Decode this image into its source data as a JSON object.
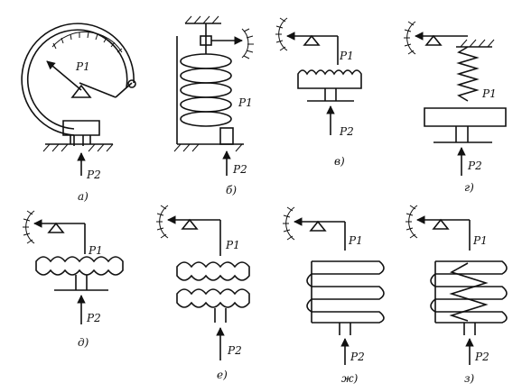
{
  "panels": [
    {
      "id": "a",
      "caption": "a)",
      "labels": [
        "P1",
        "P2"
      ]
    },
    {
      "id": "b",
      "caption": "б)",
      "labels": [
        "P1",
        "P2"
      ]
    },
    {
      "id": "v",
      "caption": "в)",
      "labels": [
        "P1",
        "P2"
      ]
    },
    {
      "id": "g",
      "caption": "г)",
      "labels": [
        "P1",
        "P2"
      ]
    },
    {
      "id": "d",
      "caption": "д)",
      "labels": [
        "P1",
        "P2"
      ]
    },
    {
      "id": "e",
      "caption": "е)",
      "labels": [
        "P1",
        "P2"
      ]
    },
    {
      "id": "zh",
      "caption": "ж)",
      "labels": [
        "P1",
        "P2"
      ]
    },
    {
      "id": "z",
      "caption": "з)",
      "labels": [
        "P1",
        "P2"
      ]
    }
  ]
}
